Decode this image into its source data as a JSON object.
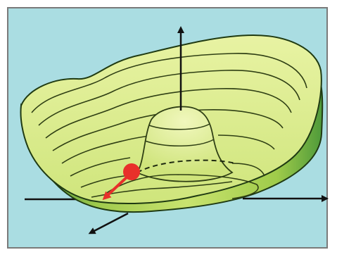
{
  "diagram": {
    "colors": {
      "background": "#aadde2",
      "frame_border": "#7a7a7a",
      "surface_light": "#dcee8a",
      "surface_mid": "#b9d85a",
      "surface_dark": "#3d8a35",
      "contour_lines": "#2f3f14",
      "axes": "#111111",
      "ball": "#e8302a",
      "arrow": "#e8302a"
    },
    "elements": [
      "mexican-hat-potential-surface",
      "vertical-axis",
      "horizontal-axis",
      "depth-axis",
      "central-peak",
      "ground-state-ball",
      "rolling-direction-arrow"
    ]
  }
}
